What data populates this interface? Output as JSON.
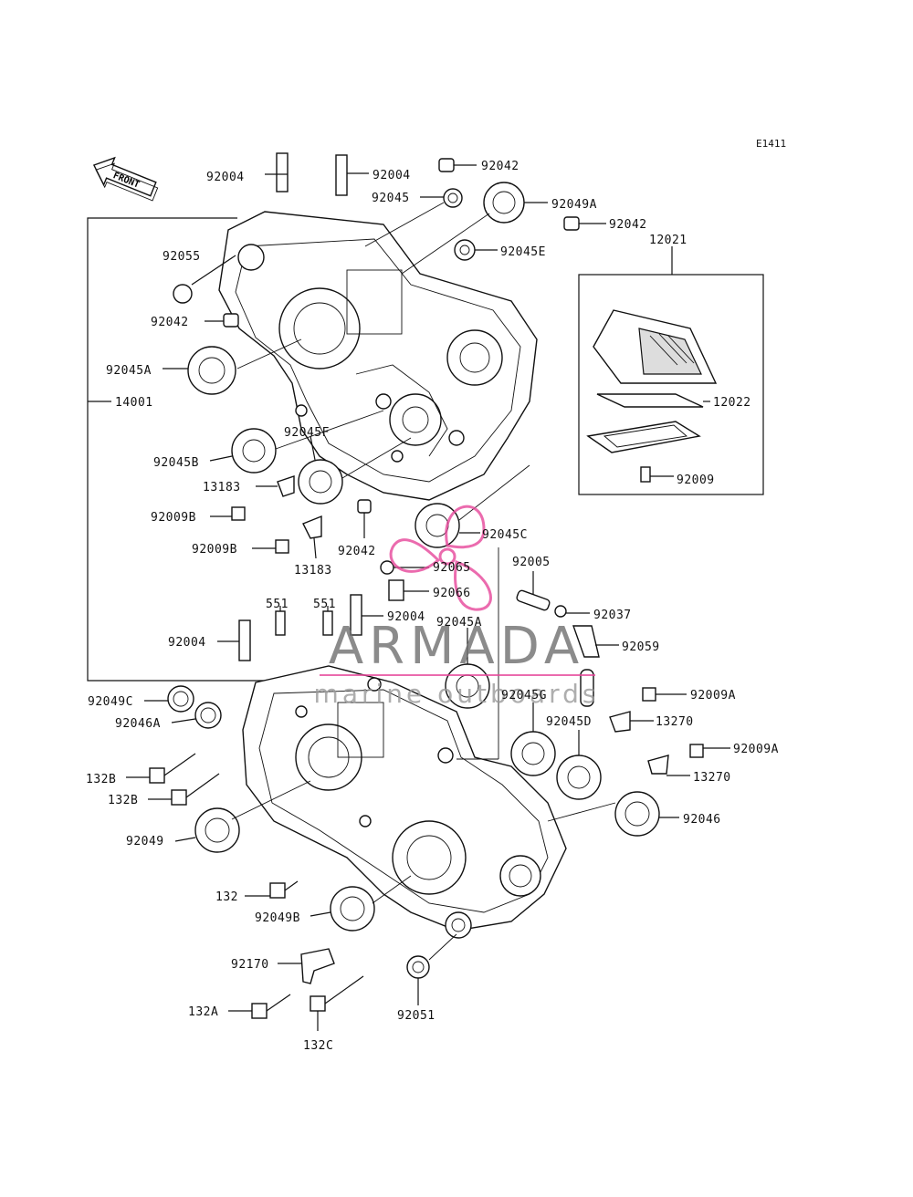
{
  "diagram_code": "E1411",
  "front_arrow_label": "FRONT",
  "watermark": {
    "brand": "ARMADA",
    "tagline": "marine outboards",
    "accent_color": "#e7479a"
  },
  "part_labels": [
    {
      "id": "92004-top-left",
      "text": "92004"
    },
    {
      "id": "92004-top-right",
      "text": "92004"
    },
    {
      "id": "92042-top",
      "text": "92042"
    },
    {
      "id": "92045",
      "text": "92045"
    },
    {
      "id": "92049A",
      "text": "92049A"
    },
    {
      "id": "92042-mid",
      "text": "92042"
    },
    {
      "id": "92045E",
      "text": "92045E"
    },
    {
      "id": "12021",
      "text": "12021"
    },
    {
      "id": "92055",
      "text": "92055"
    },
    {
      "id": "92042-left",
      "text": "92042"
    },
    {
      "id": "92045A-upper",
      "text": "92045A"
    },
    {
      "id": "12022",
      "text": "12022"
    },
    {
      "id": "14001",
      "text": "14001"
    },
    {
      "id": "92045F",
      "text": "92045F"
    },
    {
      "id": "92045B",
      "text": "92045B"
    },
    {
      "id": "13183-upper",
      "text": "13183"
    },
    {
      "id": "92009",
      "text": "92009"
    },
    {
      "id": "92009B-upper",
      "text": "92009B"
    },
    {
      "id": "92045C",
      "text": "92045C"
    },
    {
      "id": "92009B-lower",
      "text": "92009B"
    },
    {
      "id": "92042-center",
      "text": "92042"
    },
    {
      "id": "92005",
      "text": "92005"
    },
    {
      "id": "13183-lower",
      "text": "13183"
    },
    {
      "id": "92065",
      "text": "92065"
    },
    {
      "id": "92066",
      "text": "92066"
    },
    {
      "id": "551-left",
      "text": "551"
    },
    {
      "id": "551-right",
      "text": "551"
    },
    {
      "id": "92004-center",
      "text": "92004"
    },
    {
      "id": "92037",
      "text": "92037"
    },
    {
      "id": "92004-lower-left",
      "text": "92004"
    },
    {
      "id": "92045A-lower",
      "text": "92045A"
    },
    {
      "id": "92059",
      "text": "92059"
    },
    {
      "id": "92049C",
      "text": "92049C"
    },
    {
      "id": "92045G",
      "text": "92045G"
    },
    {
      "id": "92009A-upper",
      "text": "92009A"
    },
    {
      "id": "92046A",
      "text": "92046A"
    },
    {
      "id": "92045D",
      "text": "92045D"
    },
    {
      "id": "13270-upper",
      "text": "13270"
    },
    {
      "id": "92009A-lower",
      "text": "92009A"
    },
    {
      "id": "132B-upper",
      "text": "132B"
    },
    {
      "id": "13270-lower",
      "text": "13270"
    },
    {
      "id": "132B-lower",
      "text": "132B"
    },
    {
      "id": "92046",
      "text": "92046"
    },
    {
      "id": "92049",
      "text": "92049"
    },
    {
      "id": "132",
      "text": "132"
    },
    {
      "id": "92049B",
      "text": "92049B"
    },
    {
      "id": "92170",
      "text": "92170"
    },
    {
      "id": "132A",
      "text": "132A"
    },
    {
      "id": "92051",
      "text": "92051"
    },
    {
      "id": "132C",
      "text": "132C"
    }
  ]
}
